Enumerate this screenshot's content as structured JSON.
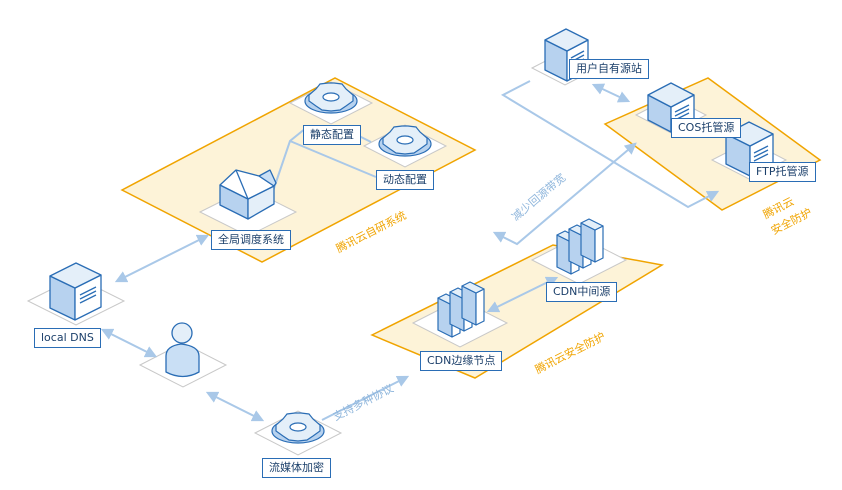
{
  "zones": {
    "self_dev": "腾讯云自研系统",
    "security_mid": "腾讯云安全防护",
    "security_right_1": "腾讯云",
    "security_right_2": "安全防护"
  },
  "nodes": {
    "local_dns": "local DNS",
    "global_schedule": "全局调度系统",
    "static_config": "静态配置",
    "dynamic_config": "动态配置",
    "stream_encrypt": "流媒体加密",
    "cdn_edge": "CDN边缘节点",
    "cdn_middle": "CDN中间源",
    "user_origin": "用户自有源站",
    "cos_origin": "COS托管源",
    "ftp_origin": "FTP托管源"
  },
  "annotations": {
    "multi_protocol": "支持多种协议",
    "reduce_bandwidth": "减少回源带宽"
  },
  "colors": {
    "zone_fill": "#fdf3d8",
    "zone_border": "#f0a400",
    "link": "#a9c8e8",
    "icon_light": "#c9dff5",
    "icon_stroke": "#2a6db5"
  }
}
